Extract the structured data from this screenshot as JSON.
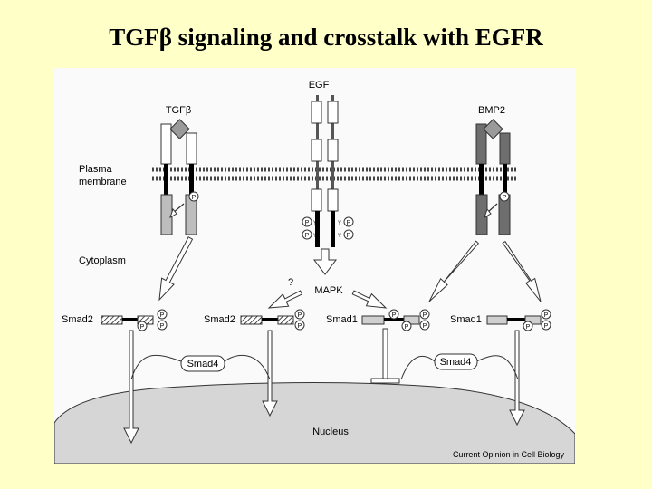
{
  "slide": {
    "title": "TGFβ signaling and crosstalk with EGFR"
  },
  "figure": {
    "ligands": {
      "tgfb": "TGFβ",
      "egf": "EGF",
      "bmp2": "BMP2"
    },
    "compartments": {
      "plasma_membrane_line1": "Plasma",
      "plasma_membrane_line2": "membrane",
      "cytoplasm": "Cytoplasm",
      "nucleus": "Nucleus"
    },
    "mapk": "MAPK",
    "question_mark": "?",
    "smads": {
      "smad2_a": "Smad2",
      "smad2_b": "Smad2",
      "smad1_a": "Smad1",
      "smad1_b": "Smad1",
      "smad4_left": "Smad4",
      "smad4_right": "Smad4"
    },
    "phospho": {
      "p": "P",
      "py": "P",
      "y": "Y"
    },
    "credit": "Current Opinion in Cell Biology"
  },
  "colors": {
    "slide_background": "#ffffc8",
    "figure_background": "#fafafa",
    "nucleus_fill": "#d6d6d6",
    "bmp_receptor": "#6e6e6e",
    "tgfb_receptor": "#bdbdbd",
    "linker": "#000000"
  }
}
